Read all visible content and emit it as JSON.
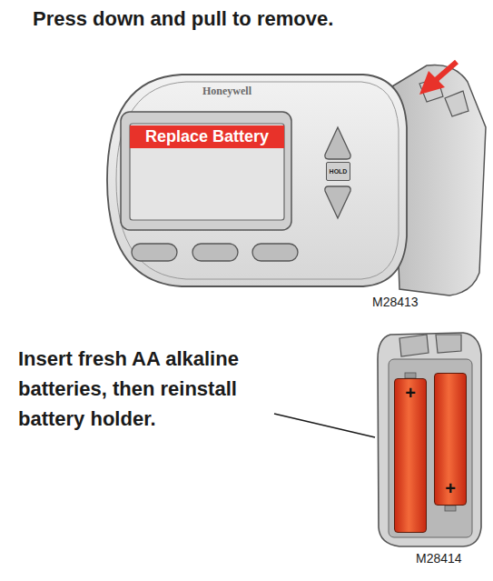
{
  "diagram": {
    "nodes": [
      {
        "text": [
          "Replace Battery"
        ]
      },
      {
        "text": [
          "HOLD"
        ]
      },
      {
        "text": [
          "+"
        ]
      },
      {
        "text": [
          "+"
        ]
      }
    ],
    "labels": [
      "Press down and pull to remove.",
      "Honeywell",
      "M28413",
      "Insert fresh AA alkaline batteries, then reinstall battery holder.",
      "M28414"
    ]
  }
}
